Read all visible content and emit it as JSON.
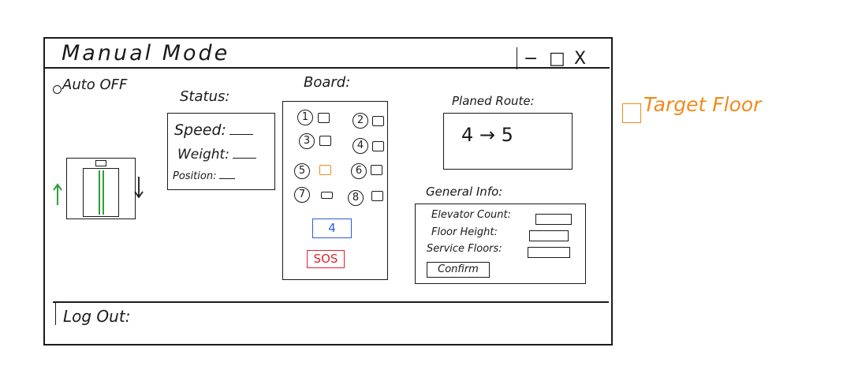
{
  "window": {
    "title": "Manual Mode",
    "controls": {
      "minimize": "−",
      "maximize": "□",
      "close": "X"
    }
  },
  "auto": {
    "label": "Auto OFF"
  },
  "status": {
    "title": "Status:",
    "speed_label": "Speed:",
    "weight_label": "Weight:",
    "position_label": "Position:"
  },
  "board": {
    "title": "Board:",
    "buttons": [
      "1",
      "2",
      "3",
      "4",
      "5",
      "6",
      "7",
      "8"
    ],
    "current_floor": "4",
    "sos_label": "SOS"
  },
  "route": {
    "title": "Planed Route:",
    "value": "4 → 5"
  },
  "general": {
    "title": "General Info:",
    "elevator_count_label": "Elevator Count:",
    "floor_height_label": "Floor Height:",
    "service_floors_label": "Service Floors:",
    "confirm_label": "Confirm"
  },
  "footer": {
    "logout_label": "Log Out:"
  },
  "legend": {
    "target_floor_label": "Target Floor"
  },
  "colors": {
    "target": "#f08a1c",
    "current_floor": "#2a5cd6",
    "sos": "#e0242d",
    "arrow_up": "#2f9e3a",
    "ink": "#1a1a1a"
  },
  "icons": {
    "elevator": "elevator-icon",
    "arrow_up": "up-arrow-icon",
    "arrow_down": "down-arrow-icon"
  }
}
